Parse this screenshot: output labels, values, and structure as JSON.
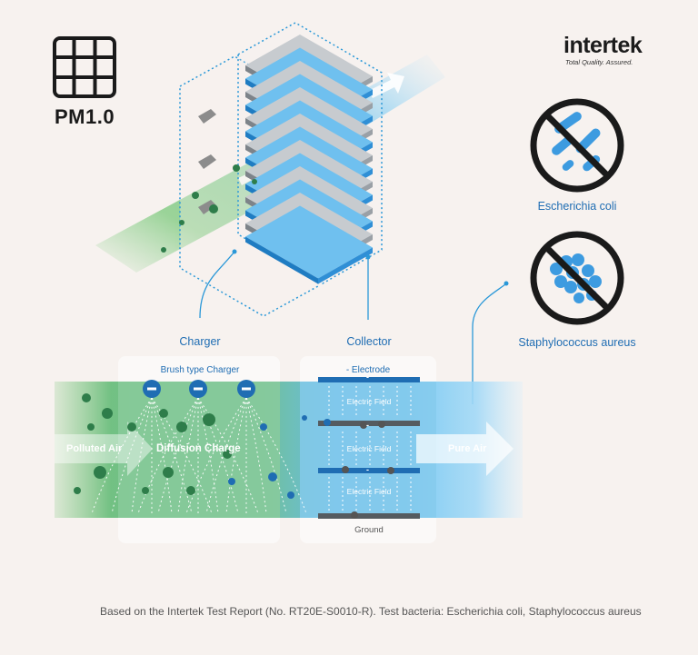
{
  "badge": {
    "label": "PM1.0"
  },
  "brand": {
    "name": "intertek",
    "tagline": "Total Quality. Assured."
  },
  "diagram": {
    "charger_caption": "Charger",
    "collector_caption": "Collector",
    "charger_box_title": "Brush type Charger",
    "collector_box_title": "- Electrode",
    "polluted_air": "Polluted Air",
    "diffusion_charge": "Diffusion Charge",
    "pure_air": "Pure Air",
    "electric_field": "Electric Field",
    "ground": "Ground",
    "electrode_sign": "-"
  },
  "bacteria": [
    {
      "label": "Escherichia coli"
    },
    {
      "label": "Staphylococcus aureus"
    }
  ],
  "footnote": "Based on the Intertek Test Report (No. RT20E-S0010-R). Test bacteria: Escherichia coli, Staphylococcus aureus",
  "colors": {
    "accent_blue": "#1f6db3",
    "light_blue": "#8fd0f5",
    "green": "#6bbf6b",
    "dark_green": "#2e7d4a",
    "background": "#f7f2ef"
  }
}
